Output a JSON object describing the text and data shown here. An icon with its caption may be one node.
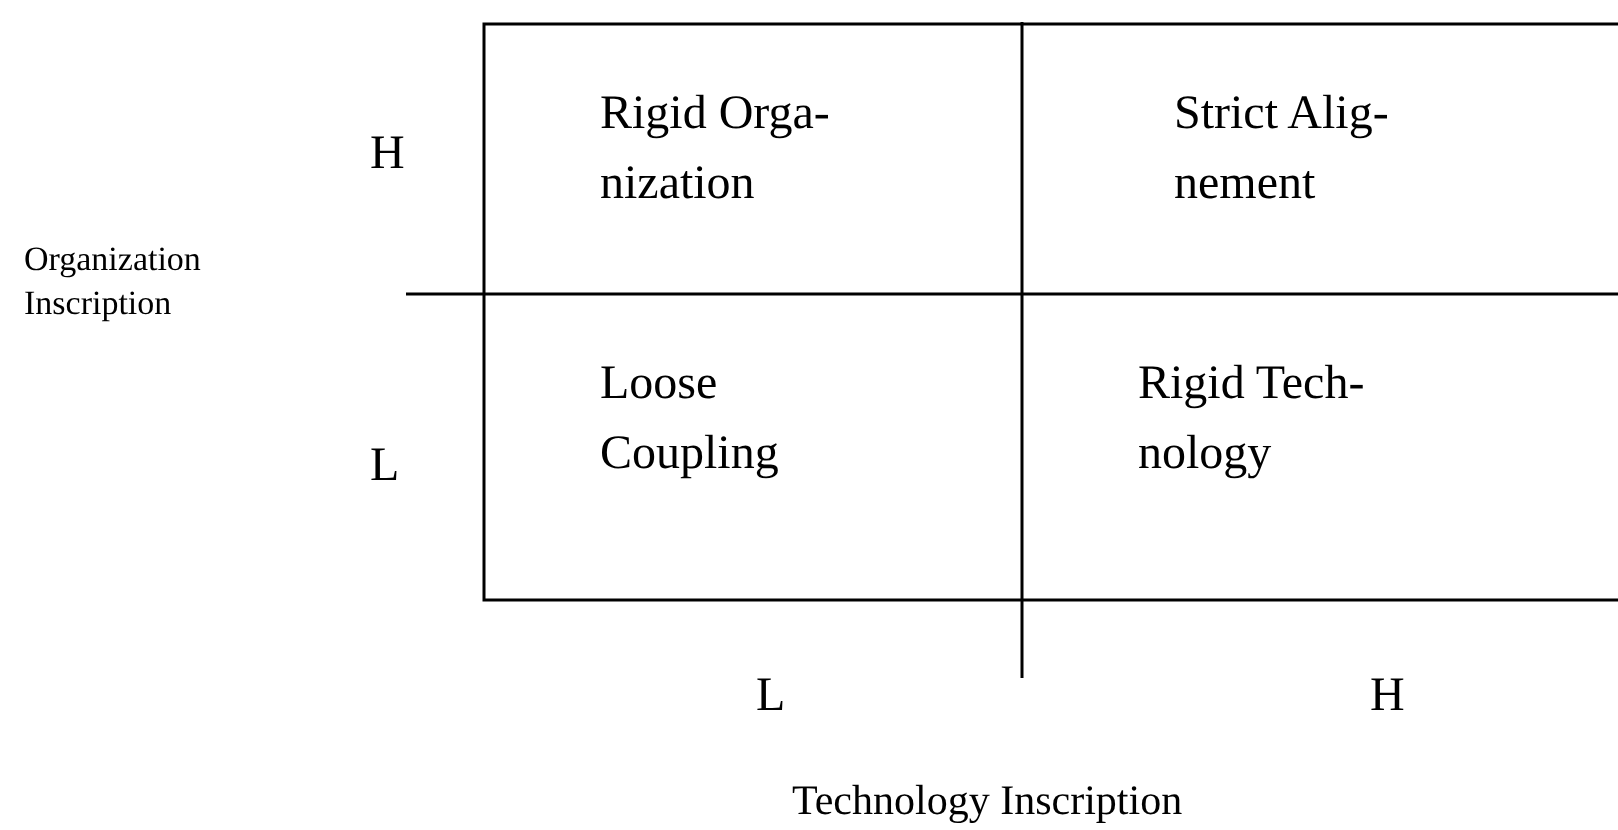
{
  "diagram": {
    "nodes": [
      {
        "text": [
          "Rigid Orga- nization"
        ]
      },
      {
        "text": [
          "Strict Alig- nement"
        ]
      },
      {
        "text": [
          "Loose Coupling"
        ]
      },
      {
        "text": [
          "Rigid Tech- nology"
        ]
      }
    ],
    "labels": [
      "H",
      "Organization Inscription",
      "L",
      "L",
      "H",
      "Technology Inscription"
    ]
  }
}
